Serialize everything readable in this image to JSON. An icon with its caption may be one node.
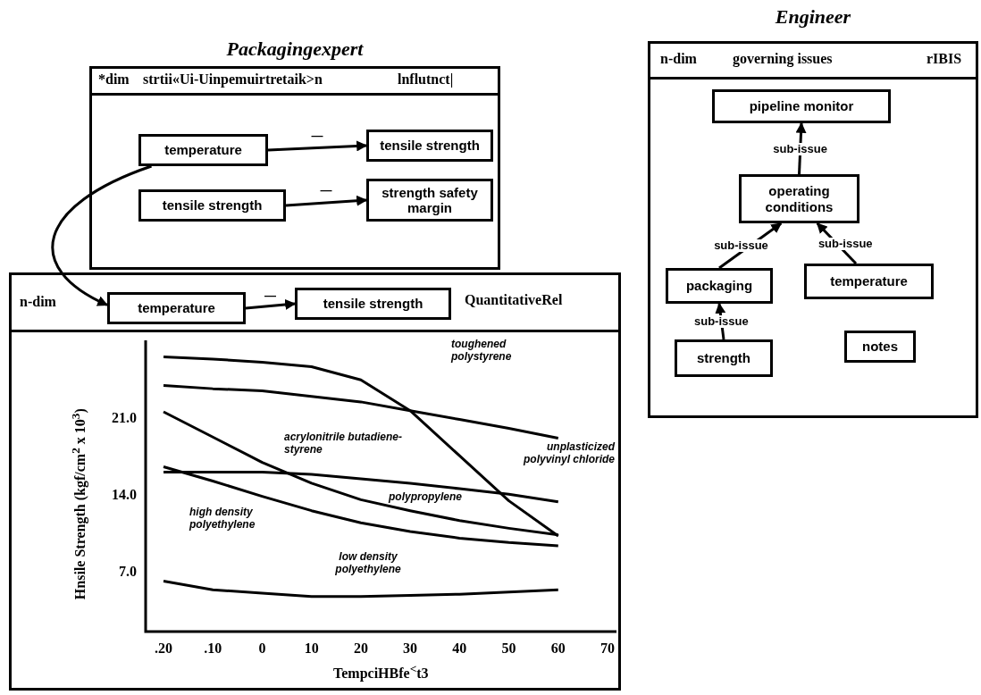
{
  "diagram": {
    "nodes": [
      {
        "text": [
          "Packagingexpert",
          "*dim",
          "strtii«Ui-Uinpemuirtretaik>n",
          "lnflutnct|"
        ]
      },
      {
        "text": [
          "temperature"
        ],
        "in": 0
      },
      {
        "text": [
          "tensile strength"
        ],
        "in": 0
      },
      {
        "text": [
          "tensile strength"
        ],
        "in": 0
      },
      {
        "text": [
          "strength safety margin"
        ],
        "in": 0
      },
      {
        "text": [
          "n-dim",
          "QuantitativeRel"
        ]
      },
      {
        "text": [
          "temperature"
        ],
        "in": 5
      },
      {
        "text": [
          "tensile strength"
        ],
        "in": 5
      },
      {
        "text": [
          "Engineer",
          "n-dim",
          "governing issues",
          "rIBIS"
        ]
      },
      {
        "text": [
          "pipeline monitor"
        ],
        "in": 8
      },
      {
        "text": [
          "operating conditions"
        ],
        "in": 8
      },
      {
        "text": [
          "packaging"
        ],
        "in": 8
      },
      {
        "text": [
          "temperature"
        ],
        "in": 8
      },
      {
        "text": [
          "strength"
        ],
        "in": 8
      },
      {
        "text": [
          "notes"
        ],
        "in": 8
      }
    ],
    "edges": [
      {
        "from": 1,
        "to": 2,
        "arrow": "to",
        "label": "—"
      },
      {
        "from": 3,
        "to": 4,
        "arrow": "to",
        "label": "—"
      },
      {
        "from": 1,
        "to": 6,
        "arrow": "to"
      },
      {
        "from": 6,
        "to": 7,
        "arrow": "to",
        "label": "—"
      },
      {
        "from": 10,
        "to": 9,
        "arrow": "to",
        "label": "sub-issue"
      },
      {
        "from": 11,
        "to": 10,
        "arrow": "to",
        "label": "sub-issue"
      },
      {
        "from": 12,
        "to": 10,
        "arrow": "to",
        "label": "sub-issue"
      },
      {
        "from": 13,
        "to": 11,
        "arrow": "to",
        "label": "sub-issue"
      }
    ],
    "chart_data": {
      "type": "line",
      "xlabel": "TempciHBfe$^{<}$t3",
      "ylabel": "Hnsile Strength (kgf/cm$^{2}$ x 10$^{3}$)",
      "categories": [
        ".20",
        ".10",
        "0",
        "10",
        "20",
        "30",
        "40",
        "50",
        "60",
        "70"
      ],
      "series": [
        {
          "name": "toughened polystyrene",
          "color": "#000000",
          "values": [
            23.9,
            23.6,
            23.4,
            22.9,
            22.4,
            21.6,
            20.8,
            20.0,
            19.1,
            null
          ]
        },
        {
          "name": "acrylonitrile butadiene-styrene",
          "color": "#000000",
          "values": [
            16.0,
            16.0,
            16.0,
            15.8,
            15.4,
            15.0,
            14.5,
            14.0,
            13.3,
            null
          ]
        },
        {
          "name": "unplasticized polyvinyl chloride",
          "color": "#000000",
          "values": [
            26.5,
            26.3,
            26.0,
            25.6,
            24.4,
            21.6,
            17.5,
            13.4,
            10.2,
            null
          ]
        },
        {
          "name": "polypropylene",
          "color": "#000000",
          "values": [
            21.5,
            19.2,
            16.9,
            15.0,
            13.5,
            12.5,
            11.6,
            10.9,
            10.3,
            null
          ]
        },
        {
          "name": "high density polyethylene",
          "color": "#000000",
          "values": [
            16.5,
            15.2,
            13.8,
            12.5,
            11.4,
            10.6,
            10.0,
            9.6,
            9.3,
            null
          ]
        },
        {
          "name": "low density polyethylene",
          "color": "#000000",
          "values": [
            6.1,
            5.3,
            5.0,
            4.7,
            4.7,
            4.8,
            4.9,
            5.1,
            5.3,
            null
          ]
        }
      ],
      "ylim": [
        1.5,
        28
      ],
      "yticks": [
        {
          "value": 7,
          "label": "7.0"
        },
        {
          "value": 14,
          "label": "14.0"
        },
        {
          "value": 21,
          "label": "21.0"
        }
      ]
    }
  }
}
